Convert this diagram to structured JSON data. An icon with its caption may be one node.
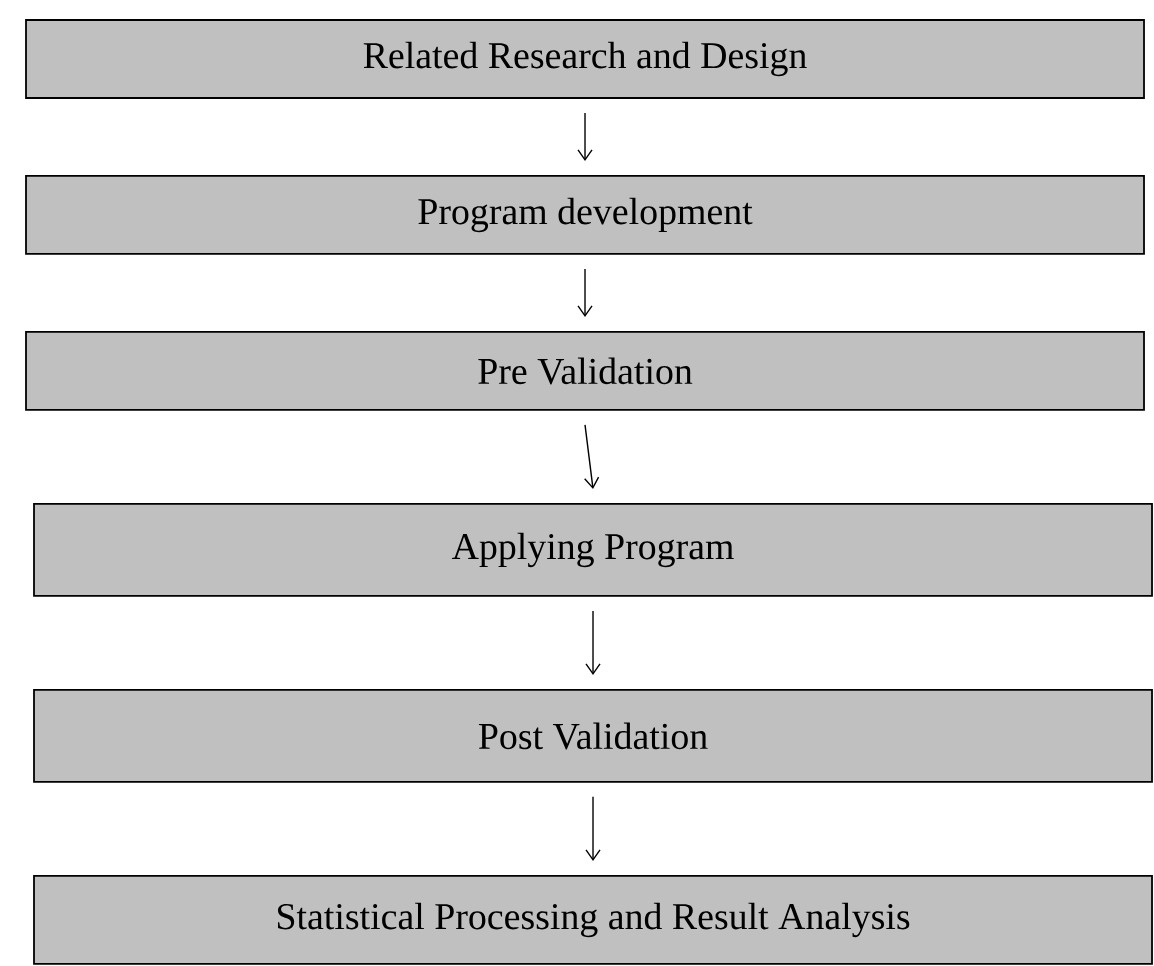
{
  "diagram": {
    "nodes": [
      {
        "text": [
          "Related Research and Design"
        ]
      },
      {
        "text": [
          "Program development"
        ]
      },
      {
        "text": [
          "Pre Validation"
        ]
      },
      {
        "text": [
          "Applying Program"
        ]
      },
      {
        "text": [
          "Post Validation"
        ]
      },
      {
        "text": [
          "Statistical Processing and Result Analysis"
        ]
      }
    ],
    "edges": [
      {
        "from": 0,
        "to": 1,
        "arrow": "to"
      },
      {
        "from": 1,
        "to": 2,
        "arrow": "to"
      },
      {
        "from": 2,
        "to": 3,
        "arrow": "to"
      },
      {
        "from": 3,
        "to": 4,
        "arrow": "to"
      },
      {
        "from": 4,
        "to": 5,
        "arrow": "to"
      }
    ]
  }
}
